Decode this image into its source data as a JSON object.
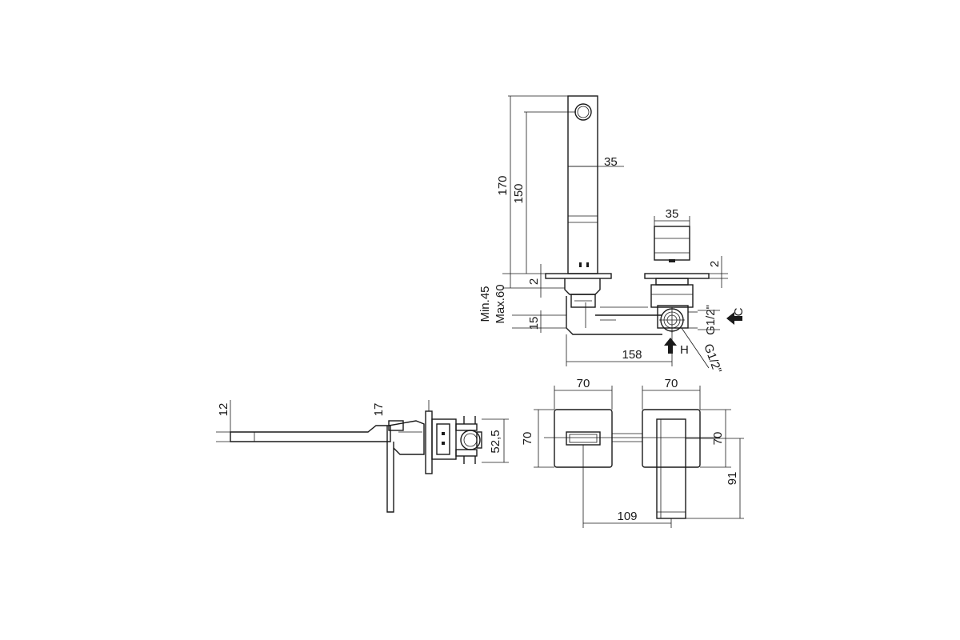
{
  "top_view": {
    "height_170": "170",
    "height_150": "150",
    "spout_width": "35",
    "handle_width": "35",
    "plate_thickness_left": "2",
    "plate_thickness_right": "2",
    "wall_depth_min": "Min.45",
    "wall_depth_max": "Max.60",
    "depth_15": "15",
    "center_distance": "158",
    "cold_inlet_thread": "G1/2\"",
    "hot_inlet_thread": "G1/2\"",
    "cold_label": "C",
    "hot_label": "H"
  },
  "side_view": {
    "spout_thickness": "12",
    "lever_thickness": "17",
    "body_depth": "52,5"
  },
  "front_view": {
    "plate_left_width": "70",
    "plate_right_width": "70",
    "plate_left_height": "70",
    "plate_right_height": "70",
    "lever_length": "91",
    "plate_spacing": "109"
  }
}
